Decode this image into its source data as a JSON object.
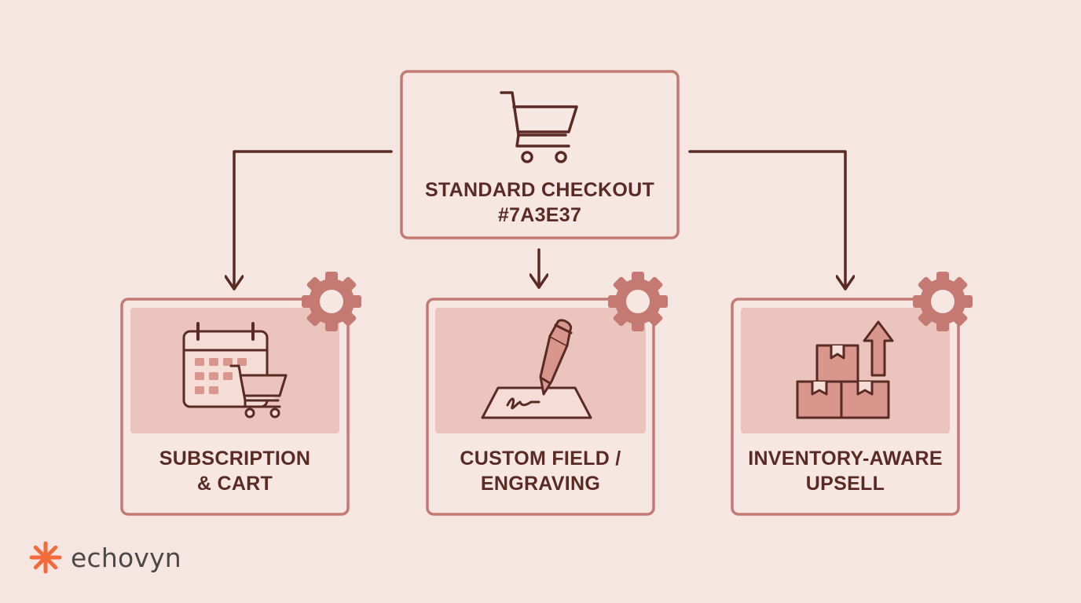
{
  "diagram": {
    "root": {
      "line1": "STANDARD CHECKOUT",
      "line2": "#7A3E37",
      "icon": "shopping-cart-icon"
    },
    "children": [
      {
        "line1": "SUBSCRIPTION",
        "line2": "& CART",
        "icon": "calendar-cart-icon",
        "badge": "gear-icon"
      },
      {
        "line1": "CUSTOM FIELD /",
        "line2": "ENGRAVING",
        "icon": "pen-signature-icon",
        "badge": "gear-icon"
      },
      {
        "line1": "INVENTORY-AWARE",
        "line2": "UPSELL",
        "icon": "boxes-arrow-up-icon",
        "badge": "gear-icon"
      }
    ]
  },
  "brand": {
    "name": "echovyn",
    "icon": "asterisk-logo-icon"
  },
  "colors": {
    "background": "#f5e6e1",
    "stroke": "#c47a72",
    "fill_light": "#f7e7e3",
    "fill_panel": "#ebc4bd",
    "icon_fill": "#d9968c",
    "dark": "#5a2a24",
    "accent": "#f26b3a"
  }
}
